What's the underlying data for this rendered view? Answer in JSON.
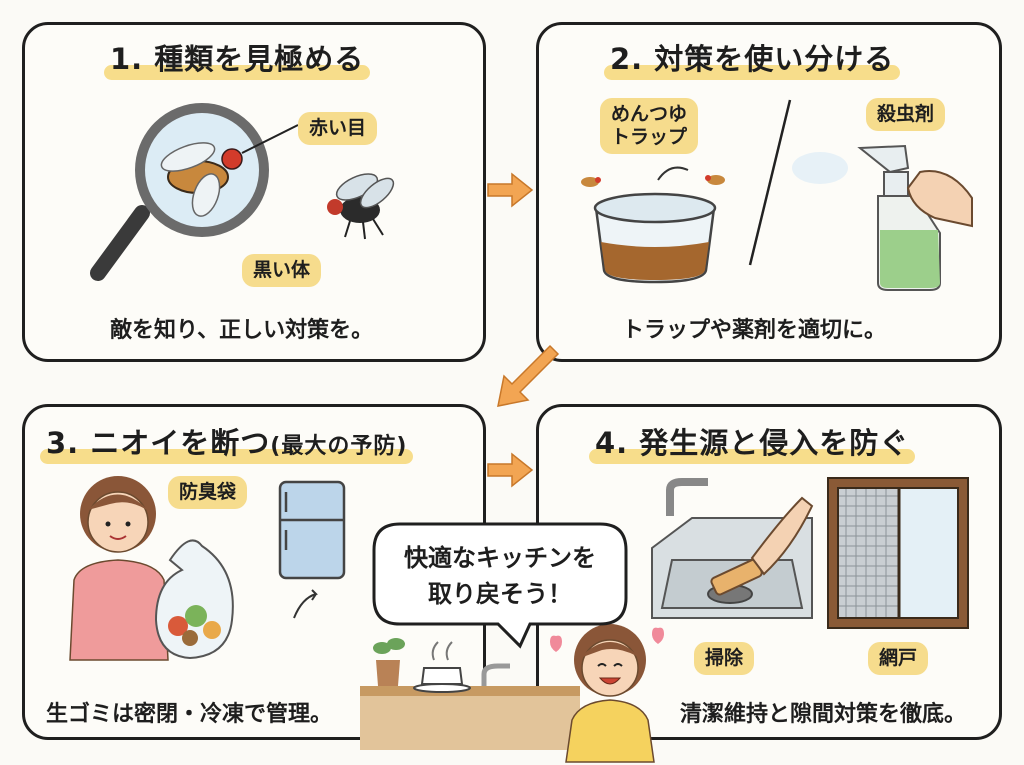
{
  "panels": {
    "p1": {
      "title": "1. 種類を見極める",
      "tag_red_eye": "赤い目",
      "tag_black_body": "黒い体",
      "caption": "敵を知り、正しい対策を。"
    },
    "p2": {
      "title": "2. 対策を使い分ける",
      "tag_trap": "めんつゆ\nトラップ",
      "tag_spray": "殺虫剤",
      "caption": "トラップや薬剤を適切に。"
    },
    "p3": {
      "title_main": "3. ニオイを断つ",
      "title_sub": "(最大の予防)",
      "tag_bag": "防臭袋",
      "caption": "生ゴミは密閉・冷凍で管理。"
    },
    "p4": {
      "title": "4. 発生源と侵入を防ぐ",
      "tag_clean": "掃除",
      "tag_screen": "網戸",
      "caption": "清潔維持と隙間対策を徹底。"
    }
  },
  "bubble": {
    "text": "快適なキッチンを\n取り戻そう！"
  },
  "colors": {
    "highlight": "#f7dd8b",
    "tag": "#f6dc8d",
    "arrow": "#f2a553",
    "border": "#1f1f1f"
  }
}
